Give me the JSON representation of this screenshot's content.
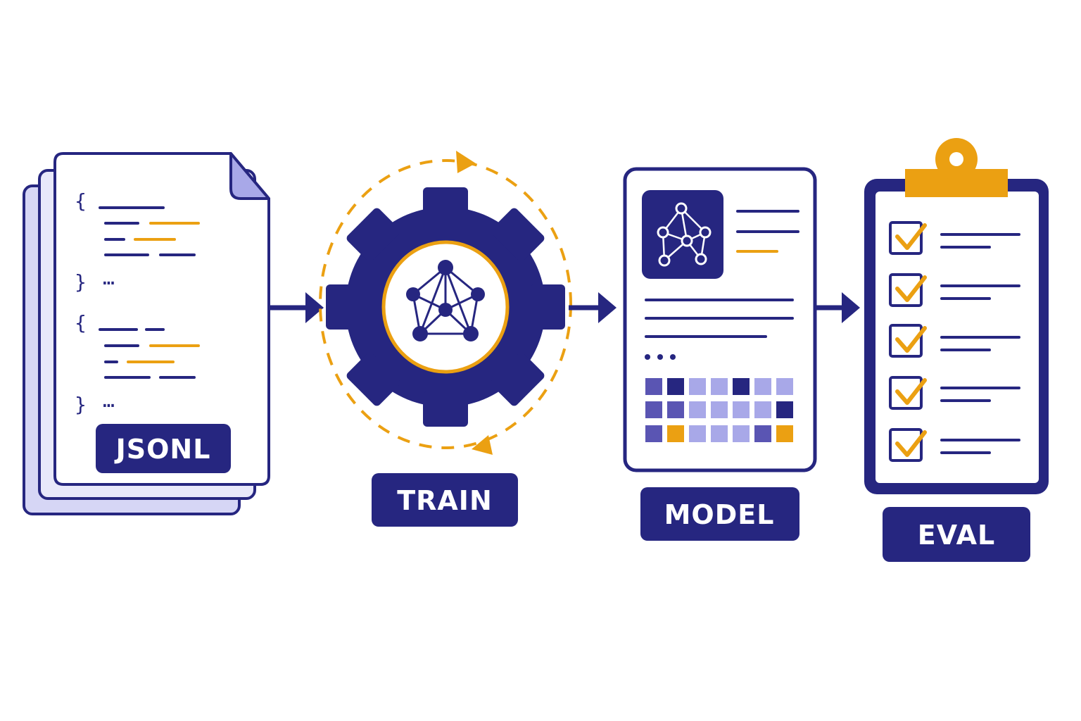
{
  "stages": [
    {
      "id": "jsonl",
      "label": "JSONL",
      "icon": "json-document-stack-icon"
    },
    {
      "id": "train",
      "label": "TRAIN",
      "icon": "gear-network-icon"
    },
    {
      "id": "model",
      "label": "MODEL",
      "icon": "model-card-icon"
    },
    {
      "id": "eval",
      "label": "EVAL",
      "icon": "clipboard-checklist-icon"
    }
  ],
  "colors": {
    "navy": "#262680",
    "orange": "#eba012",
    "lavender": "#d6d6f5",
    "light_purple": "#a8a8e8",
    "mid_purple": "#5a55b3",
    "white": "#ffffff"
  },
  "document": {
    "brace_open": "{",
    "brace_close": "}",
    "ellipsis": "…"
  }
}
